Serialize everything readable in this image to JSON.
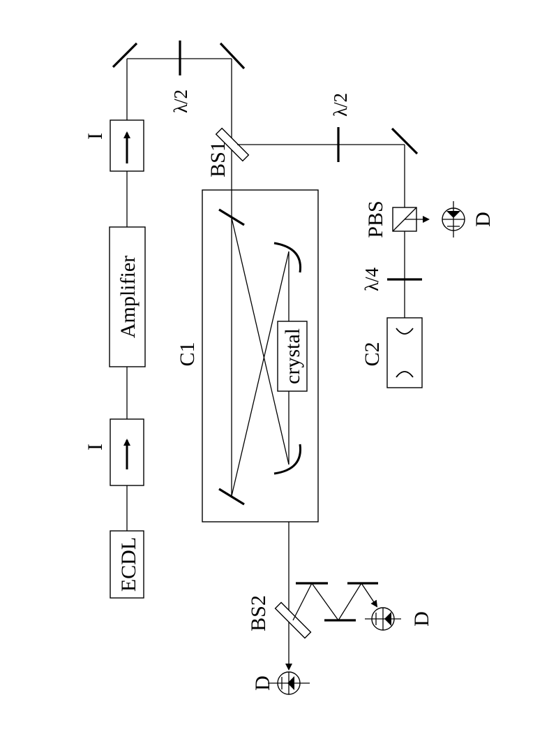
{
  "labels": {
    "ecdl": "ECDL",
    "isolator_1": "I",
    "isolator_2": "I",
    "amplifier": "Amplifier",
    "half_wave_1": "λ/2",
    "half_wave_2": "λ/2",
    "quarter_wave": "λ/4",
    "beam_splitter_1": "BS1",
    "beam_splitter_2": "BS2",
    "cavity_1": "C1",
    "cavity_2": "C2",
    "polarizing_beam_splitter": "PBS",
    "crystal": "crystal",
    "detector_pbs": "D",
    "detector_bs2": "D",
    "detector_output": "D"
  }
}
